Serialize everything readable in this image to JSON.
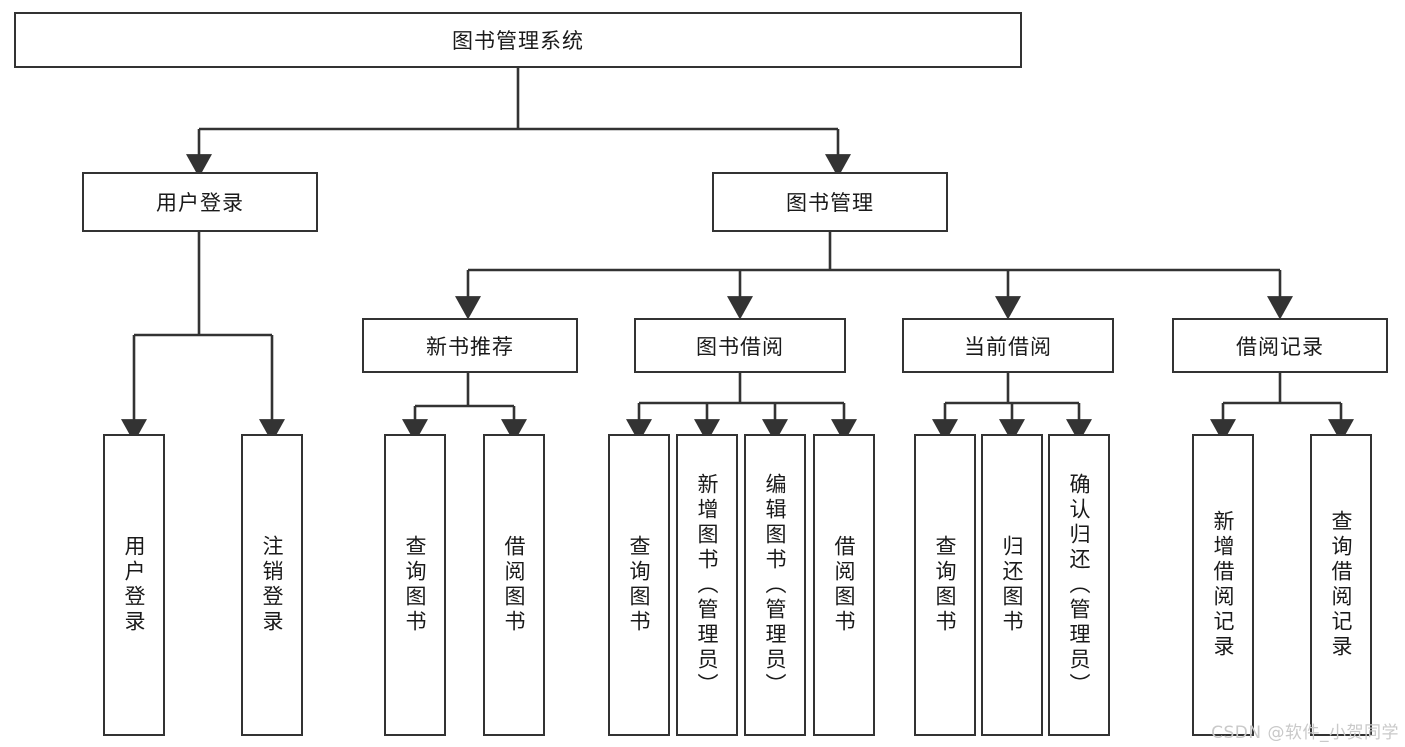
{
  "diagram": {
    "type": "hierarchy-tree",
    "title": "图书管理系统",
    "root": {
      "id": "root",
      "label": "图书管理系统",
      "orientation": "horizontal"
    },
    "level1": [
      {
        "id": "user-login",
        "label": "用户登录",
        "orientation": "horizontal"
      },
      {
        "id": "book-manage",
        "label": "图书管理",
        "orientation": "horizontal"
      }
    ],
    "level2": [
      {
        "id": "new-book-recommend",
        "label": "新书推荐",
        "parent": "book-manage",
        "orientation": "horizontal"
      },
      {
        "id": "book-borrow",
        "label": "图书借阅",
        "parent": "book-manage",
        "orientation": "horizontal"
      },
      {
        "id": "current-borrow",
        "label": "当前借阅",
        "parent": "book-manage",
        "orientation": "horizontal"
      },
      {
        "id": "borrow-record",
        "label": "借阅记录",
        "parent": "book-manage",
        "orientation": "horizontal"
      }
    ],
    "leaves": [
      {
        "id": "leaf-user-login",
        "label": "用户登录",
        "parent": "user-login",
        "orientation": "vertical"
      },
      {
        "id": "leaf-user-logout",
        "label": "注销登录",
        "parent": "user-login",
        "orientation": "vertical"
      },
      {
        "id": "leaf-query-book-1",
        "label": "查询图书",
        "parent": "new-book-recommend",
        "orientation": "vertical"
      },
      {
        "id": "leaf-borrow-book-1",
        "label": "借阅图书",
        "parent": "new-book-recommend",
        "orientation": "vertical"
      },
      {
        "id": "leaf-query-book-2",
        "label": "查询图书",
        "parent": "book-borrow",
        "orientation": "vertical"
      },
      {
        "id": "leaf-add-book",
        "label": "新增图书（管理员）",
        "parent": "book-borrow",
        "orientation": "vertical"
      },
      {
        "id": "leaf-edit-book",
        "label": "编辑图书（管理员）",
        "parent": "book-borrow",
        "orientation": "vertical"
      },
      {
        "id": "leaf-borrow-book-2",
        "label": "借阅图书",
        "parent": "book-borrow",
        "orientation": "vertical"
      },
      {
        "id": "leaf-query-book-3",
        "label": "查询图书",
        "parent": "current-borrow",
        "orientation": "vertical"
      },
      {
        "id": "leaf-return-book",
        "label": "归还图书",
        "parent": "current-borrow",
        "orientation": "vertical"
      },
      {
        "id": "leaf-confirm-return",
        "label": "确认归还（管理员）",
        "parent": "current-borrow",
        "orientation": "vertical"
      },
      {
        "id": "leaf-add-record",
        "label": "新增借阅记录",
        "parent": "borrow-record",
        "orientation": "vertical"
      },
      {
        "id": "leaf-query-record",
        "label": "查询借阅记录",
        "parent": "borrow-record",
        "orientation": "vertical"
      }
    ],
    "colors": {
      "stroke": "#333333",
      "fill": "#ffffff",
      "text": "#1a1a1a",
      "watermark": "#c9c9c9"
    }
  },
  "watermark": {
    "text": "CSDN @软件_小贺同学"
  }
}
